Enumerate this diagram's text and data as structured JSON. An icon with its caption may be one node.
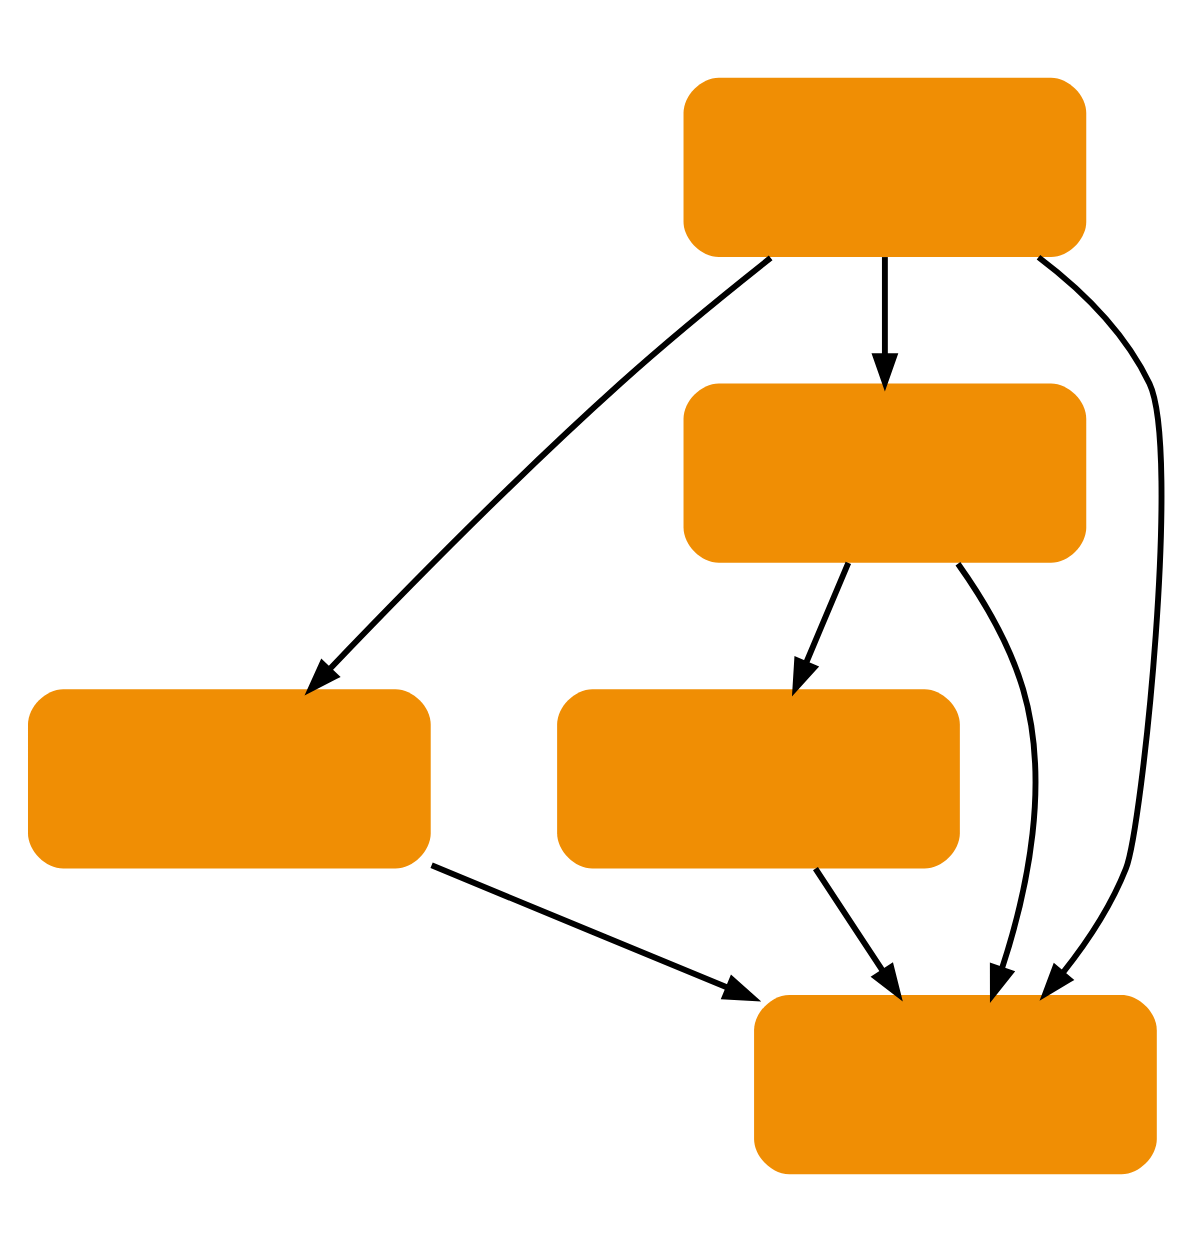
{
  "diagram": {
    "nodes": [
      {
        "text": [],
        "shape": "box"
      },
      {
        "text": [],
        "shape": "box"
      },
      {
        "text": [],
        "shape": "box"
      },
      {
        "text": [],
        "shape": "box"
      },
      {
        "text": [],
        "shape": "box"
      }
    ],
    "edges": [
      {
        "from": 0,
        "to": 1,
        "arrow": "to"
      },
      {
        "from": 0,
        "to": 2,
        "arrow": "to"
      },
      {
        "from": 0,
        "to": 4,
        "arrow": "to"
      },
      {
        "from": 1,
        "to": 4,
        "arrow": "to"
      },
      {
        "from": 2,
        "to": 3,
        "arrow": "to"
      },
      {
        "from": 2,
        "to": 4,
        "arrow": "to"
      },
      {
        "from": 3,
        "to": 4,
        "arrow": "to"
      }
    ]
  }
}
